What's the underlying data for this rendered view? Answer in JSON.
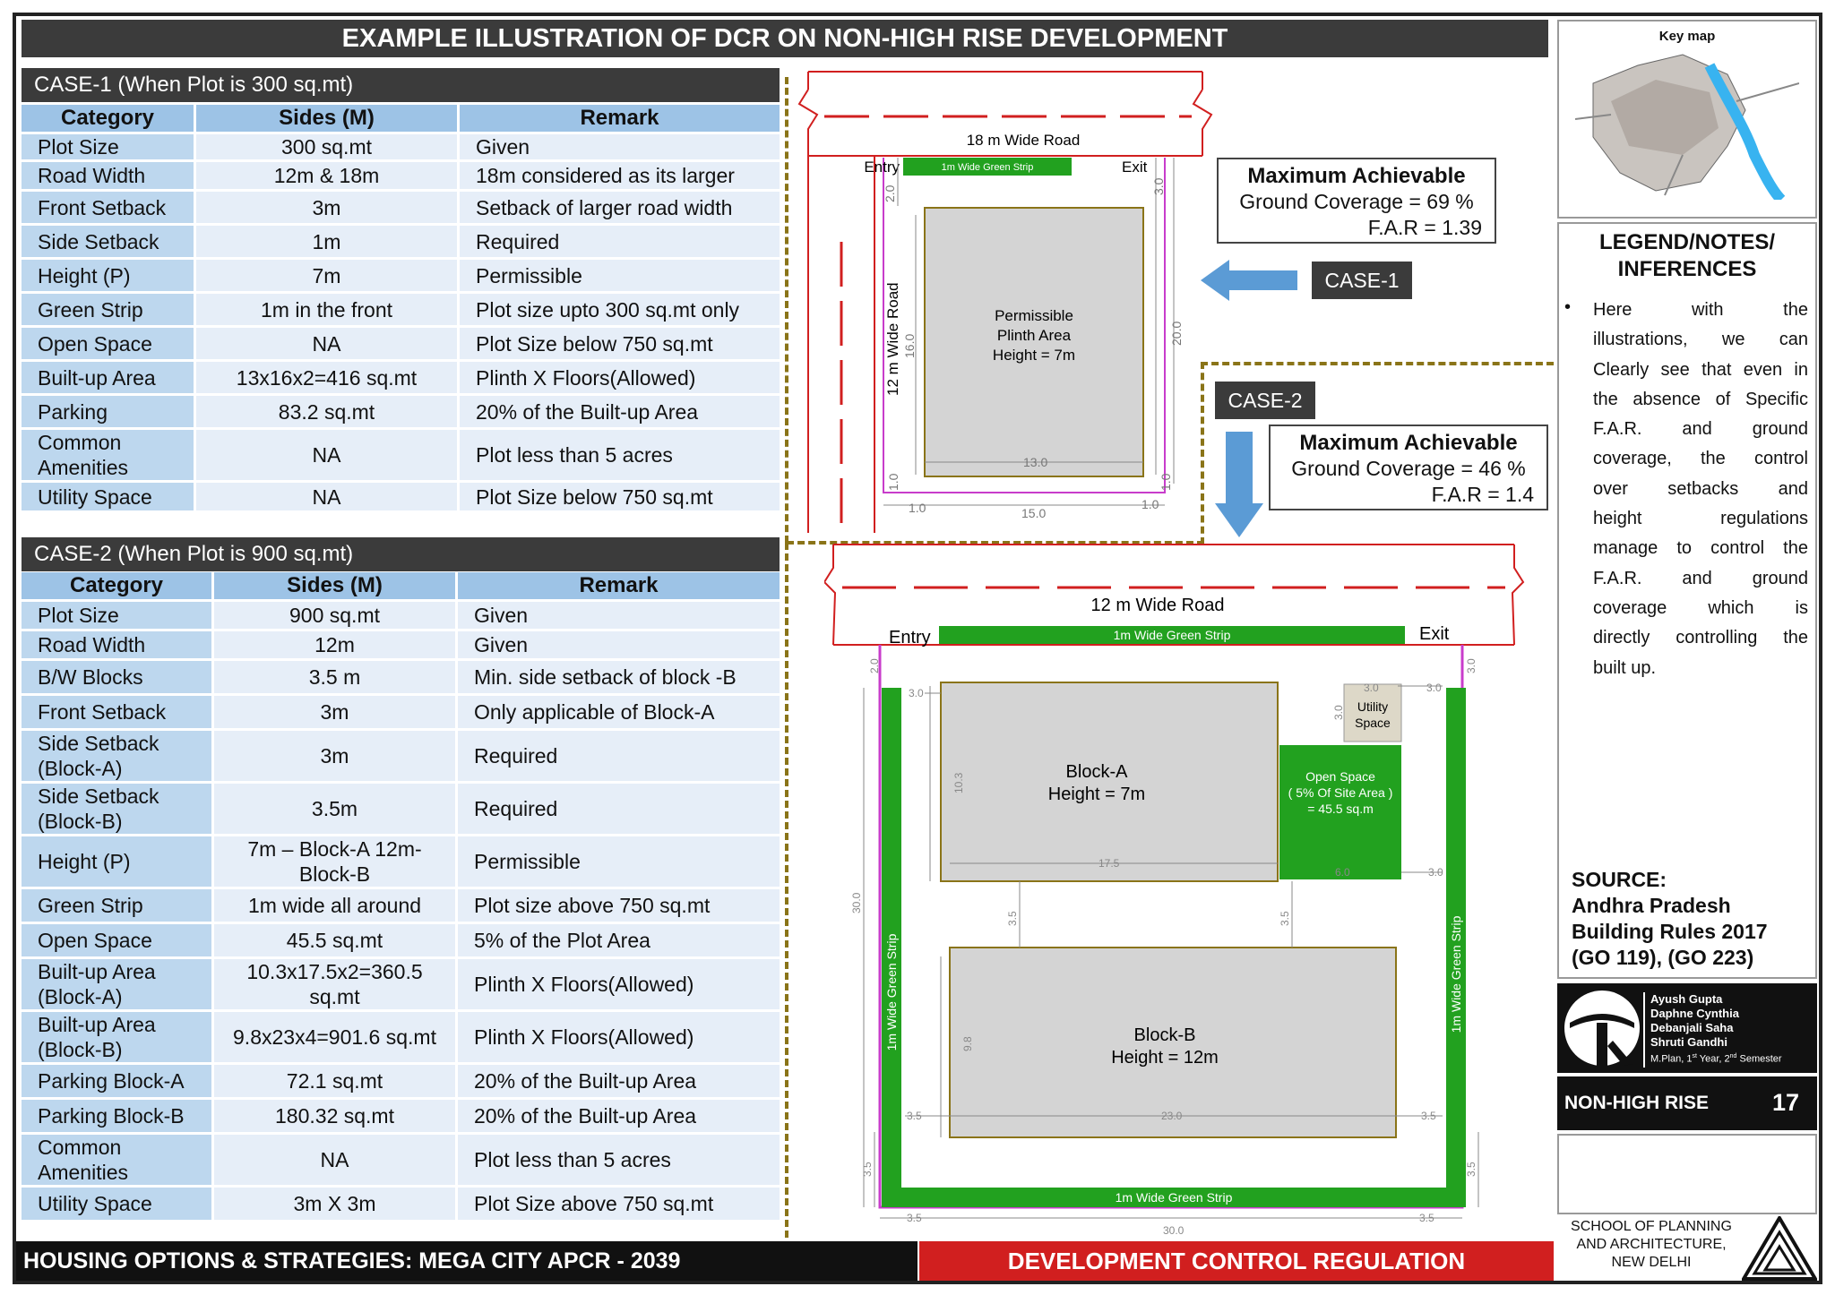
{
  "title": "EXAMPLE ILLUSTRATION OF DCR ON NON-HIGH RISE DEVELOPMENT",
  "case1": {
    "heading": "CASE-1  (When Plot is 300 sq.mt)",
    "headers": [
      "Category",
      "Sides (M)",
      "Remark"
    ],
    "rows": [
      [
        "Plot Size",
        "300 sq.mt",
        "Given"
      ],
      [
        "Road Width",
        "12m & 18m",
        "18m considered as its larger"
      ],
      [
        "Front Setback",
        "3m",
        "Setback of larger road width"
      ],
      [
        "Side Setback",
        "1m",
        "Required"
      ],
      [
        "Height (P)",
        "7m",
        "Permissible"
      ],
      [
        "Green Strip",
        "1m in the front",
        "Plot size upto 300 sq.mt only"
      ],
      [
        "Open Space",
        "NA",
        "Plot Size below 750 sq.mt"
      ],
      [
        "Built-up Area",
        "13x16x2=416 sq.mt",
        "Plinth X Floors(Allowed)"
      ],
      [
        "Parking",
        "83.2 sq.mt",
        "20% of the Built-up Area"
      ],
      [
        "Common Amenities",
        "NA",
        "Plot less than 5 acres"
      ],
      [
        "Utility Space",
        "NA",
        "Plot Size below 750 sq.mt"
      ]
    ]
  },
  "case2": {
    "heading": "CASE-2  (When Plot is 900 sq.mt)",
    "headers": [
      "Category",
      "Sides (M)",
      "Remark"
    ],
    "rows": [
      [
        "Plot Size",
        "900 sq.mt",
        "Given"
      ],
      [
        "Road Width",
        "12m",
        "Given"
      ],
      [
        "B/W Blocks",
        "3.5 m",
        "Min. side setback of block -B"
      ],
      [
        "Front Setback",
        "3m",
        "Only applicable of Block-A"
      ],
      [
        "Side Setback (Block-A)",
        "3m",
        "Required"
      ],
      [
        "Side Setback (Block-B)",
        "3.5m",
        "Required"
      ],
      [
        "Height (P)",
        "7m – Block-A 12m- Block-B",
        "Permissible"
      ],
      [
        "Green Strip",
        "1m wide all around",
        "Plot size above 750 sq.mt"
      ],
      [
        "Open Space",
        "45.5 sq.mt",
        "5% of the Plot Area"
      ],
      [
        "Built-up Area (Block-A)",
        "10.3x17.5x2=360.5 sq.mt",
        "Plinth X Floors(Allowed)"
      ],
      [
        "Built-up Area (Block-B)",
        "9.8x23x4=901.6 sq.mt",
        "Plinth X Floors(Allowed)"
      ],
      [
        "Parking Block-A",
        "72.1 sq.mt",
        "20% of the Built-up Area"
      ],
      [
        "Parking Block-B",
        "180.32 sq.mt",
        "20% of the Built-up Area"
      ],
      [
        "Common Amenities",
        "NA",
        "Plot less than 5 acres"
      ],
      [
        "Utility Space",
        "3m X 3m",
        "Plot Size above 750 sq.mt"
      ]
    ]
  },
  "diagram1": {
    "road_top": "18 m Wide Road",
    "road_side": "12 m Wide Road",
    "entry": "Entry",
    "exit": "Exit",
    "green": "1m Wide Green Strip",
    "plinth": [
      "Permissible",
      "Plinth Area",
      "Height = 7m"
    ],
    "dims": {
      "d2": "2.0",
      "d30": "3.0",
      "d16": "16.0",
      "d20": "20.0",
      "d13": "13.0",
      "d15": "15.0",
      "d1a": "1.0",
      "d1b": "1.0",
      "d1c": "1.0",
      "d1d": "1.0"
    },
    "tag": "CASE-1",
    "info": [
      "Maximum Achievable",
      "Ground Coverage = 69 %",
      "F.A.R  = 1.39"
    ]
  },
  "diagram2": {
    "road": "12 m Wide Road",
    "entry": "Entry",
    "exit": "Exit",
    "green_top": "1m Wide Green Strip",
    "green_bottom": "1m Wide Green Strip",
    "green_left": "1m Wide Green Strip",
    "green_right": "1m Wide Green Strip",
    "block_a": [
      "Block-A",
      "Height = 7m"
    ],
    "block_b": [
      "Block-B",
      "Height = 12m"
    ],
    "open_space": [
      "Open Space",
      "( 5% Of Site Area )",
      "= 45.5 sq.m"
    ],
    "utility": [
      "Utility",
      "Space"
    ],
    "dims": {
      "d20": "2.0",
      "d30a": "3.0",
      "d30b": "3.0",
      "d30c": "3.0",
      "d30d": "3.0",
      "d30e": "3.0",
      "d30f": "3.0",
      "d103": "10.3",
      "d175": "17.5",
      "d60": "6.0",
      "d35a": "3.5",
      "d35b": "3.5",
      "d98": "9.8",
      "d35c": "3.5",
      "d230": "23.0",
      "d35d": "3.5",
      "d35e": "3.5",
      "d35f": "3.5",
      "d35g": "3.5",
      "d35h": "3.5",
      "d300h": "30.0",
      "d300v": "30.0"
    },
    "tag": "CASE-2",
    "info": [
      "Maximum Achievable",
      "Ground Coverage = 46 %",
      "F.A.R  = 1.4"
    ]
  },
  "keymap": {
    "title": "Key map"
  },
  "legend": {
    "title": "LEGEND/NOTES/ INFERENCES",
    "bullet": "•",
    "lines": [
      "Here with the",
      "illustrations, we can",
      "Clearly see that even in",
      "the absence of Specific",
      "F.A.R. and ground",
      "coverage, the control",
      "over setbacks and",
      "height regulations",
      "manage to control the",
      "F.A.R. and ground",
      "coverage which is",
      "directly controlling the",
      "built up."
    ],
    "source": [
      "SOURCE:",
      "Andhra Pradesh",
      "Building Rules 2017",
      "(GO 119), (GO 223)"
    ]
  },
  "authors": {
    "names": [
      "Ayush Gupta",
      "Daphne Cynthia",
      "Debanjali Saha",
      "Shruti Gandhi"
    ],
    "plan_a": "M.Plan, 1",
    "sup_a": "st",
    "plan_b": " Year, 2",
    "sup_b": "nd",
    "plan_c": " Semester"
  },
  "sheet": {
    "label": "NON-HIGH RISE",
    "number": "17"
  },
  "school": [
    "SCHOOL OF PLANNING",
    "AND ARCHITECTURE,",
    "NEW DELHI"
  ],
  "footer": {
    "left": "HOUSING OPTIONS & STRATEGIES: MEGA CITY APCR - 2039",
    "right": "DEVELOPMENT CONTROL REGULATION"
  },
  "colors": {
    "dark": "#3b3b3b",
    "header_blue": "#9dc3e6",
    "cat_blue": "#bdd7ee",
    "cell": "#e6eef8",
    "green": "#22a11f",
    "red": "#d11f1f",
    "magenta": "#c83ccb",
    "arrow": "#5b9bd5"
  }
}
